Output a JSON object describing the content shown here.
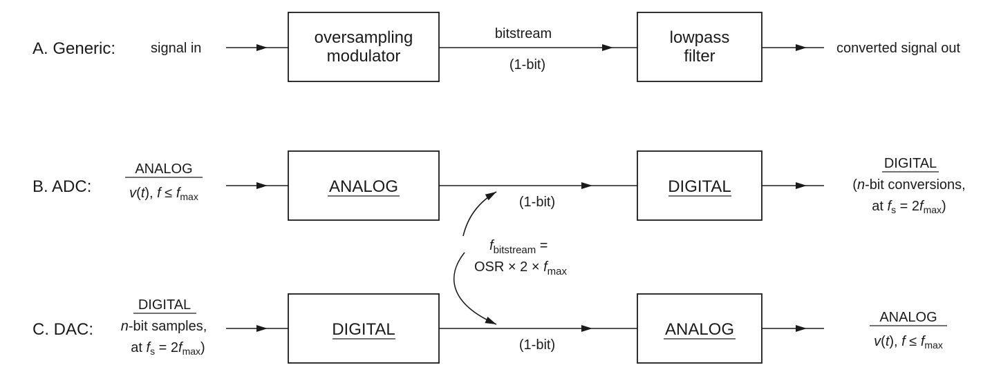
{
  "rows": {
    "generic": {
      "label": "A. Generic:",
      "input": "signal in",
      "box1_line1": "oversampling",
      "box1_line2": "modulator",
      "mid_top": "bitstream",
      "mid_bottom": "(1-bit)",
      "box2_line1": "lowpass",
      "box2_line2": "filter",
      "output": "converted signal out"
    },
    "adc": {
      "label": "B. ADC:",
      "input_head": "ANALOG",
      "input_v": "v",
      "input_t": "t",
      "input_f": "f",
      "input_fmax_f": "f",
      "input_max": "max",
      "box1": "ANALOG",
      "mid": "(1-bit)",
      "box2": "DIGITAL",
      "output_head": "DIGITAL",
      "output_n": "n",
      "output_line2": "-bit conversions,",
      "output_at": "at ",
      "output_f": "f",
      "output_s": "s",
      "output_eq": " = 2",
      "output_f2": "f",
      "output_max": "max"
    },
    "dac": {
      "label": "C. DAC:",
      "input_head": "DIGITAL",
      "input_n": "n",
      "input_line2": "-bit samples,",
      "input_at": "at ",
      "input_f": "f",
      "input_s": "s",
      "input_eq": " = 2",
      "input_f2": "f",
      "input_max": "max",
      "box1": "DIGITAL",
      "mid": "(1-bit)",
      "box2": "ANALOG",
      "output_head": "ANALOG",
      "output_v": "v",
      "output_t": "t",
      "output_f": "f",
      "output_fmax_f": "f",
      "output_max": "max"
    }
  },
  "note": {
    "f": "f",
    "sub": "bitstream",
    "eq": " =",
    "line2": "OSR × 2 × ",
    "line2_f": "f",
    "line2_sub": "max"
  }
}
